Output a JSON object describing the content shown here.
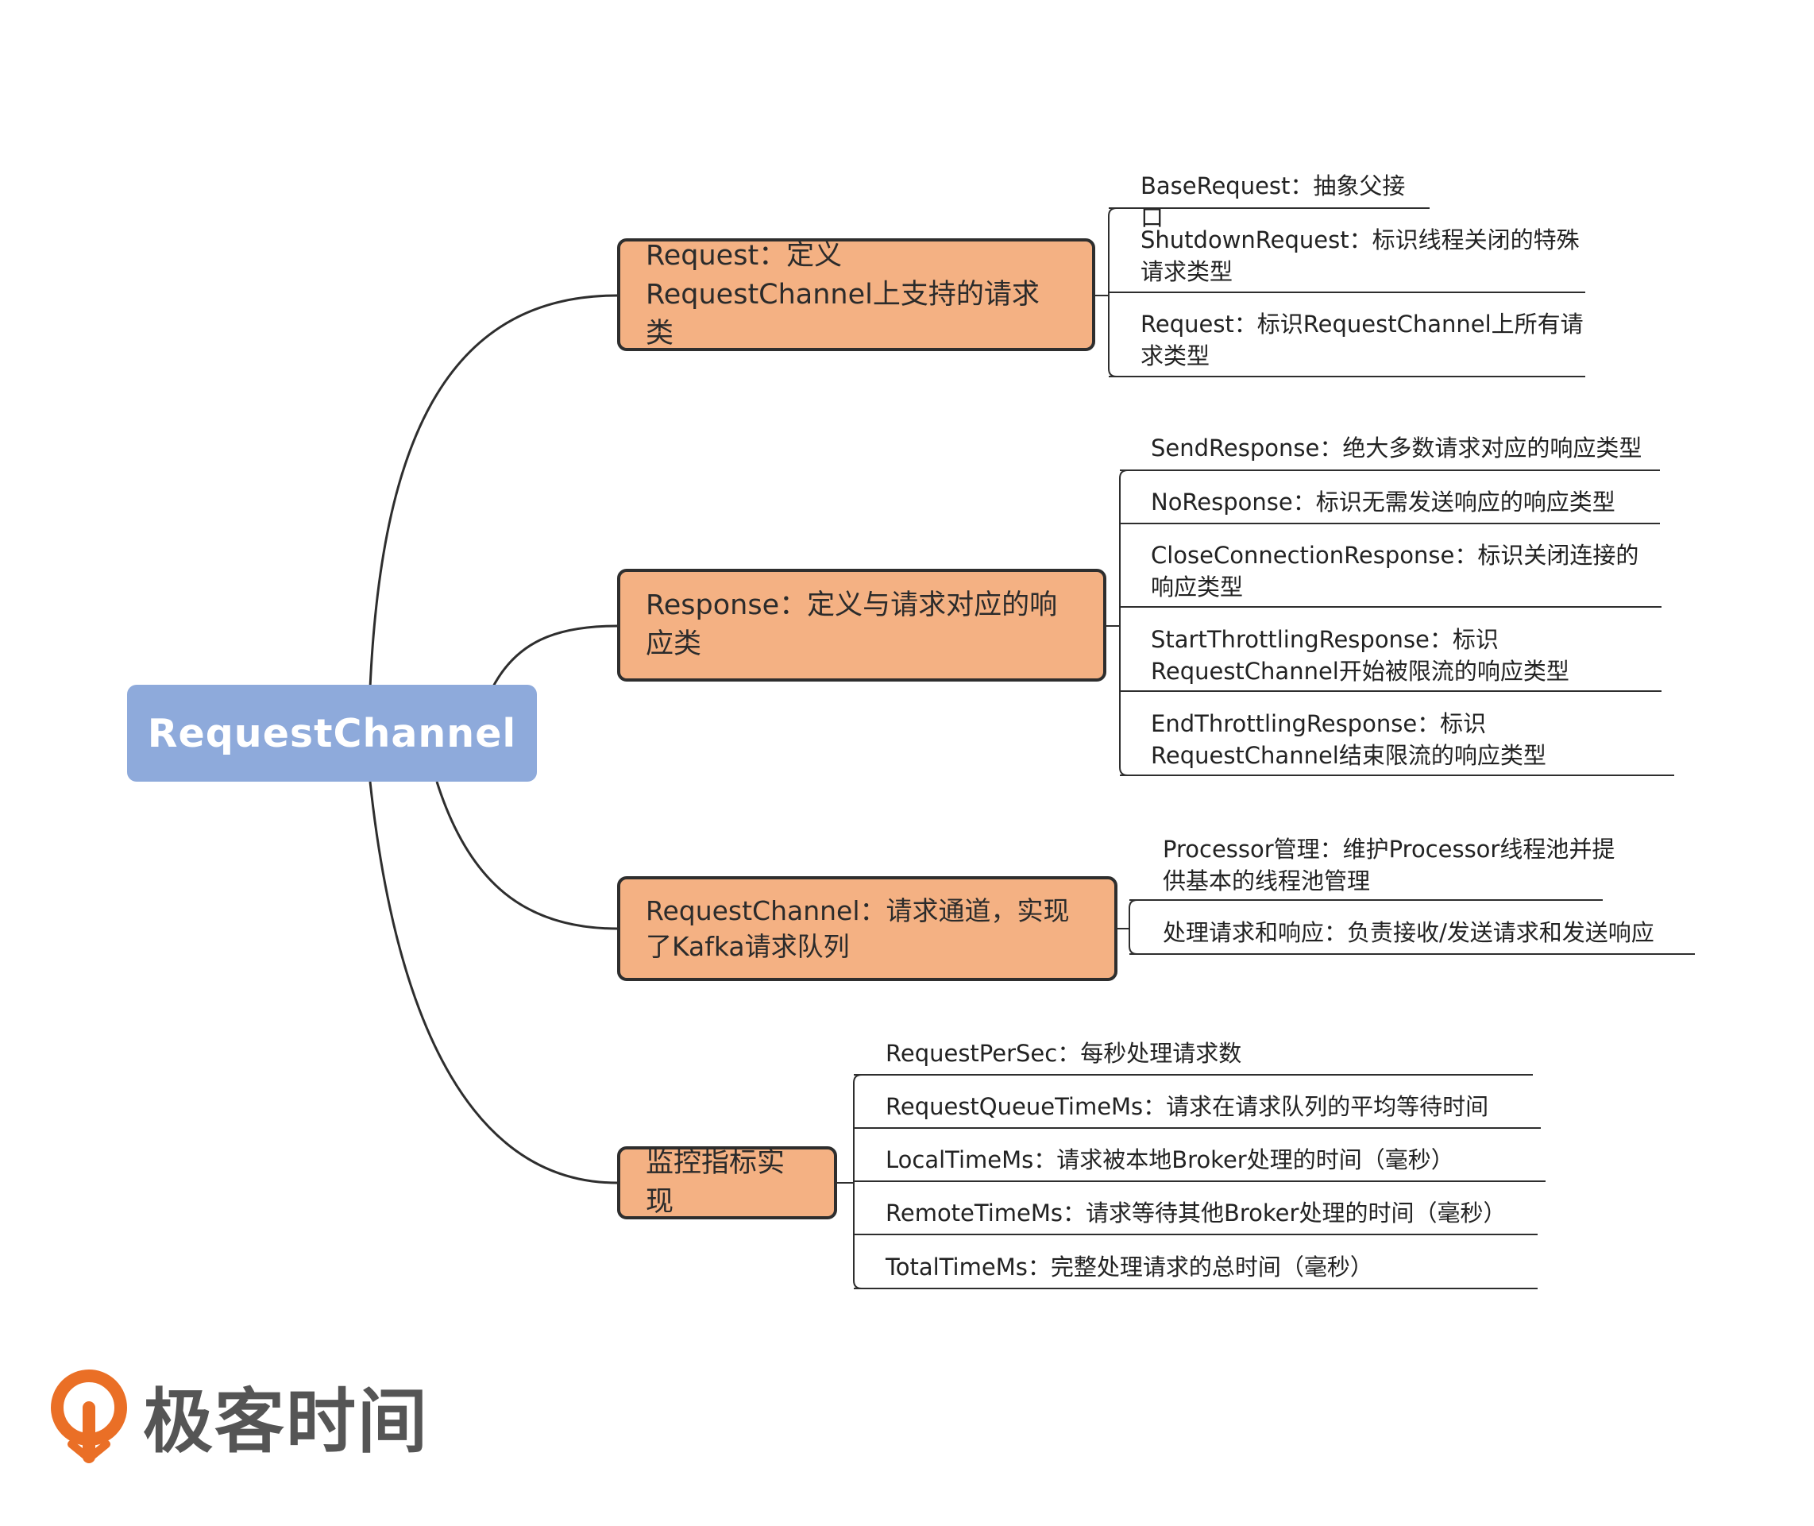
{
  "diagram": {
    "root": {
      "label": "RequestChannel"
    },
    "branches": [
      {
        "label": "Request：定义RequestChannel上支持的请求类",
        "leaves": [
          "BaseRequest：抽象父接口",
          "ShutdownRequest：标识线程关闭的特殊请求类型",
          "Request：标识RequestChannel上所有请求类型"
        ]
      },
      {
        "label": "Response：定义与请求对应的响应类",
        "leaves": [
          "SendResponse：绝大多数请求对应的响应类型",
          "NoResponse：标识无需发送响应的响应类型",
          "CloseConnectionResponse：标识关闭连接的响应类型",
          "StartThrottlingResponse：标识RequestChannel开始被限流的响应类型",
          "EndThrottlingResponse：标识RequestChannel结束限流的响应类型"
        ]
      },
      {
        "label": "RequestChannel：请求通道，实现了Kafka请求队列",
        "leaves": [
          "Processor管理：维护Processor线程池并提供基本的线程池管理",
          "处理请求和响应：负责接收/发送请求和发送响应"
        ]
      },
      {
        "label": "监控指标实现",
        "leaves": [
          "RequestPerSec：每秒处理请求数",
          "RequestQueueTimeMs：请求在请求队列的平均等待时间",
          "LocalTimeMs：请求被本地Broker处理的时间（毫秒）",
          "RemoteTimeMs：请求等待其他Broker处理的时间（毫秒）",
          "TotalTimeMs：完整处理请求的总时间（毫秒）"
        ]
      }
    ]
  },
  "logo": {
    "text": "极客时间"
  },
  "colors": {
    "root": "#8eaadb",
    "branch_fill": "#f4b183",
    "line": "#2e2e2e",
    "logo_orange": "#ea6f26"
  }
}
